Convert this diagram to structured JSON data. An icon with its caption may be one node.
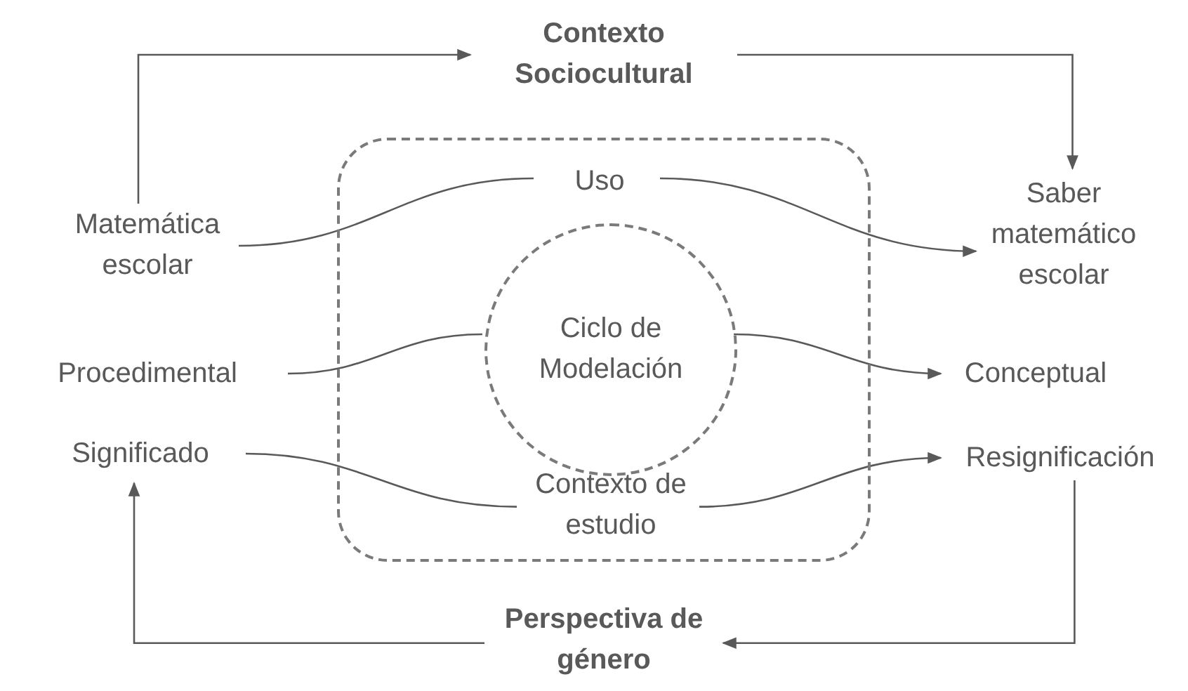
{
  "diagram": {
    "nodes": [
      {
        "text": [
          "Contexto Sociocultural"
        ]
      },
      {
        "text": [
          "Matemática escolar"
        ]
      },
      {
        "text": [
          "Saber matemático escolar"
        ]
      },
      {
        "text": [],
        "shape": "box"
      },
      {
        "text": [
          "Uso"
        ],
        "in": 3
      },
      {
        "text": [
          "Ciclo de Modelación"
        ],
        "in": 3
      },
      {
        "text": [
          "Contexto de estudio"
        ],
        "in": 3
      },
      {
        "text": [
          "Procedimental"
        ]
      },
      {
        "text": [
          "Conceptual"
        ]
      },
      {
        "text": [
          "Significado"
        ]
      },
      {
        "text": [
          "Resignificación"
        ]
      },
      {
        "text": [
          "Perspectiva de género"
        ]
      }
    ],
    "edges": [
      {
        "from": 1,
        "to": 0,
        "arrow": "to"
      },
      {
        "from": 0,
        "to": 2,
        "arrow": "to"
      },
      {
        "from": 10,
        "to": 11,
        "arrow": "to"
      },
      {
        "from": 11,
        "to": 9,
        "arrow": "to"
      },
      {
        "from": 1,
        "to": 4,
        "arrow": "none"
      },
      {
        "from": 4,
        "to": 2,
        "arrow": "to"
      },
      {
        "from": 7,
        "to": 5,
        "arrow": "none"
      },
      {
        "from": 5,
        "to": 8,
        "arrow": "to"
      },
      {
        "from": 9,
        "to": 6,
        "arrow": "none"
      },
      {
        "from": 6,
        "to": 10,
        "arrow": "to"
      }
    ]
  }
}
